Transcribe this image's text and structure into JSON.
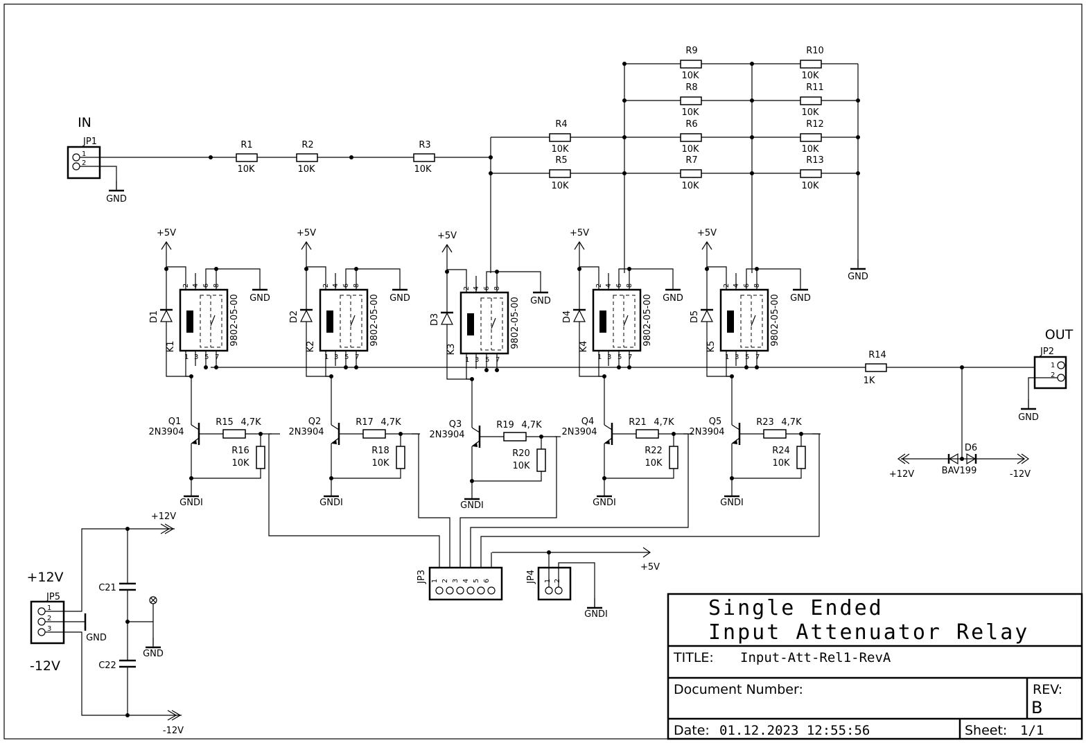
{
  "connectors": {
    "in": {
      "title": "IN",
      "ref": "JP1",
      "pins": [
        "1",
        "2"
      ]
    },
    "out": {
      "title": "OUT",
      "ref": "JP2",
      "pins": [
        "1",
        "2"
      ]
    },
    "jp3": {
      "ref": "JP3",
      "pins": [
        "1",
        "2",
        "3",
        "4",
        "5",
        "6"
      ]
    },
    "jp4": {
      "ref": "JP4",
      "pins": [
        "1",
        "2"
      ]
    },
    "jp5": {
      "ref": "JP5",
      "pins": [
        "1",
        "2",
        "3"
      ],
      "plus_label": "+12V",
      "minus_label": "-12V"
    }
  },
  "series_resistors": [
    {
      "ref": "R1",
      "value": "10K"
    },
    {
      "ref": "R2",
      "value": "10K"
    },
    {
      "ref": "R3",
      "value": "10K"
    }
  ],
  "ladder": [
    {
      "refs": [
        "R9",
        "R10"
      ],
      "value": "10K"
    },
    {
      "refs": [
        "R8",
        "R11"
      ],
      "value": "10K"
    },
    {
      "refs": [
        "R4",
        "R6",
        "R12"
      ],
      "value": "10K"
    },
    {
      "refs": [
        "R5",
        "R7",
        "R13"
      ],
      "value": "10K"
    }
  ],
  "relays": [
    {
      "ref": "K1",
      "diode": "D1",
      "part": "9802-05-00",
      "q": "Q1",
      "q_type": "2N3904",
      "rb": "R15",
      "rb_val": "4,7K",
      "rp": "R16",
      "rp_val": "10K"
    },
    {
      "ref": "K2",
      "diode": "D2",
      "part": "9802-05-00",
      "q": "Q2",
      "q_type": "2N3904",
      "rb": "R17",
      "rb_val": "4,7K",
      "rp": "R18",
      "rp_val": "10K"
    },
    {
      "ref": "K3",
      "diode": "D3",
      "part": "9802-05-00",
      "q": "Q3",
      "q_type": "2N3904",
      "rb": "R19",
      "rb_val": "4,7K",
      "rp": "R20",
      "rp_val": "10K"
    },
    {
      "ref": "K4",
      "diode": "D4",
      "part": "9802-05-00",
      "q": "Q4",
      "q_type": "2N3904",
      "rb": "R21",
      "rb_val": "4,7K",
      "rp": "R22",
      "rp_val": "10K"
    },
    {
      "ref": "K5",
      "diode": "D5",
      "part": "9802-05-00",
      "q": "Q5",
      "q_type": "2N3904",
      "rb": "R23",
      "rb_val": "4,7K",
      "rp": "R24",
      "rp_val": "10K"
    }
  ],
  "relay_pins": {
    "top": [
      "2",
      "4",
      "6",
      "8"
    ],
    "bottom": [
      "1",
      "3",
      "5",
      "7"
    ]
  },
  "output": {
    "r14": "R14",
    "r14_val": "1K",
    "d6": "D6",
    "d6_part": "BAV199"
  },
  "power": {
    "plus5": "+5V",
    "plus12": "+12V",
    "minus12": "-12V",
    "gnd": "GND",
    "gndi": "GNDI",
    "c21": "C21",
    "c22": "C22"
  },
  "title_block": {
    "line1": "Single Ended",
    "line2": "Input Attenuator Relay",
    "title_label": "TITLE:",
    "title_value": "Input-Att-Rel1-RevA",
    "docnum_label": "Document Number:",
    "rev_label": "REV:",
    "rev_value": "B",
    "date_label": "Date:",
    "date_value": "01.12.2023 12:55:56",
    "sheet_label": "Sheet:",
    "sheet_value": "1/1"
  }
}
